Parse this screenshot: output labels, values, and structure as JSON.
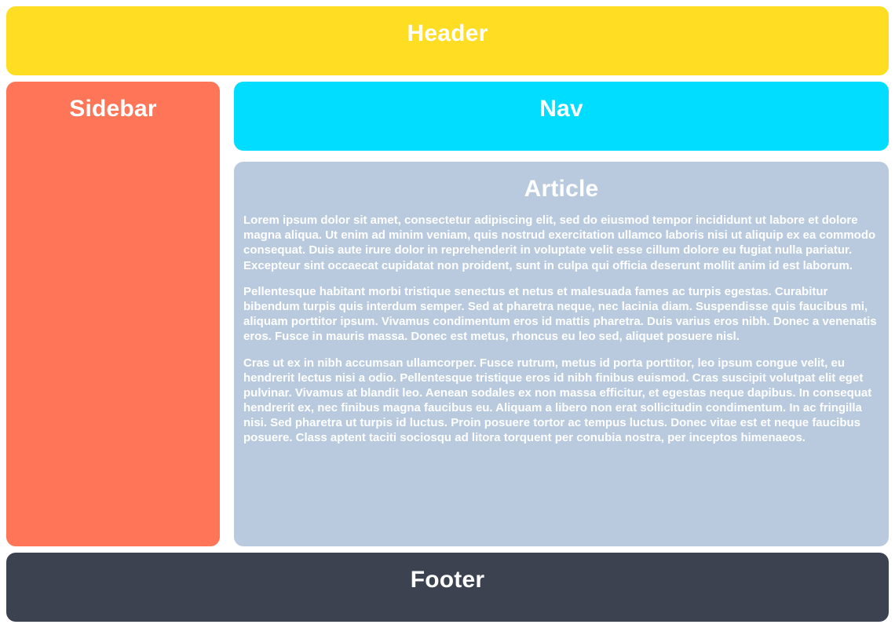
{
  "layout": {
    "colors": {
      "header_bg": "#FFDD22",
      "sidebar_bg": "#FF7557",
      "nav_bg": "#00DDFF",
      "article_bg": "#BACADE",
      "footer_bg": "#3C4250",
      "text": "#FFFFFF",
      "page_bg": "#FFFFFF"
    }
  },
  "header": {
    "title": "Header"
  },
  "sidebar": {
    "title": "Sidebar"
  },
  "nav": {
    "title": "Nav"
  },
  "article": {
    "title": "Article",
    "paragraphs": [
      "Lorem ipsum dolor sit amet, consectetur adipiscing elit, sed do eiusmod tempor incididunt ut labore et dolore magna aliqua. Ut enim ad minim veniam, quis nostrud exercitation ullamco laboris nisi ut aliquip ex ea commodo consequat. Duis aute irure dolor in reprehenderit in voluptate velit esse cillum dolore eu fugiat nulla pariatur. Excepteur sint occaecat cupidatat non proident, sunt in culpa qui officia deserunt mollit anim id est laborum.",
      "Pellentesque habitant morbi tristique senectus et netus et malesuada fames ac turpis egestas. Curabitur bibendum turpis quis interdum semper. Sed at pharetra neque, nec lacinia diam. Suspendisse quis faucibus mi, aliquam porttitor ipsum. Vivamus condimentum eros id mattis pharetra. Duis varius eros nibh. Donec a venenatis eros. Fusce in mauris massa. Donec est metus, rhoncus eu leo sed, aliquet posuere nisl.",
      "Cras ut ex in nibh accumsan ullamcorper. Fusce rutrum, metus id porta porttitor, leo ipsum congue velit, eu hendrerit lectus nisi a odio. Pellentesque tristique eros id nibh finibus euismod. Cras suscipit volutpat elit eget pulvinar. Vivamus at blandit leo. Aenean sodales ex non massa efficitur, et egestas neque dapibus. In consequat hendrerit ex, nec finibus magna faucibus eu. Aliquam a libero non erat sollicitudin condimentum. In ac fringilla nisi. Sed pharetra ut turpis id luctus. Proin posuere tortor ac tempus luctus. Donec vitae est et neque faucibus posuere. Class aptent taciti sociosqu ad litora torquent per conubia nostra, per inceptos himenaeos."
    ]
  },
  "footer": {
    "title": "Footer"
  }
}
